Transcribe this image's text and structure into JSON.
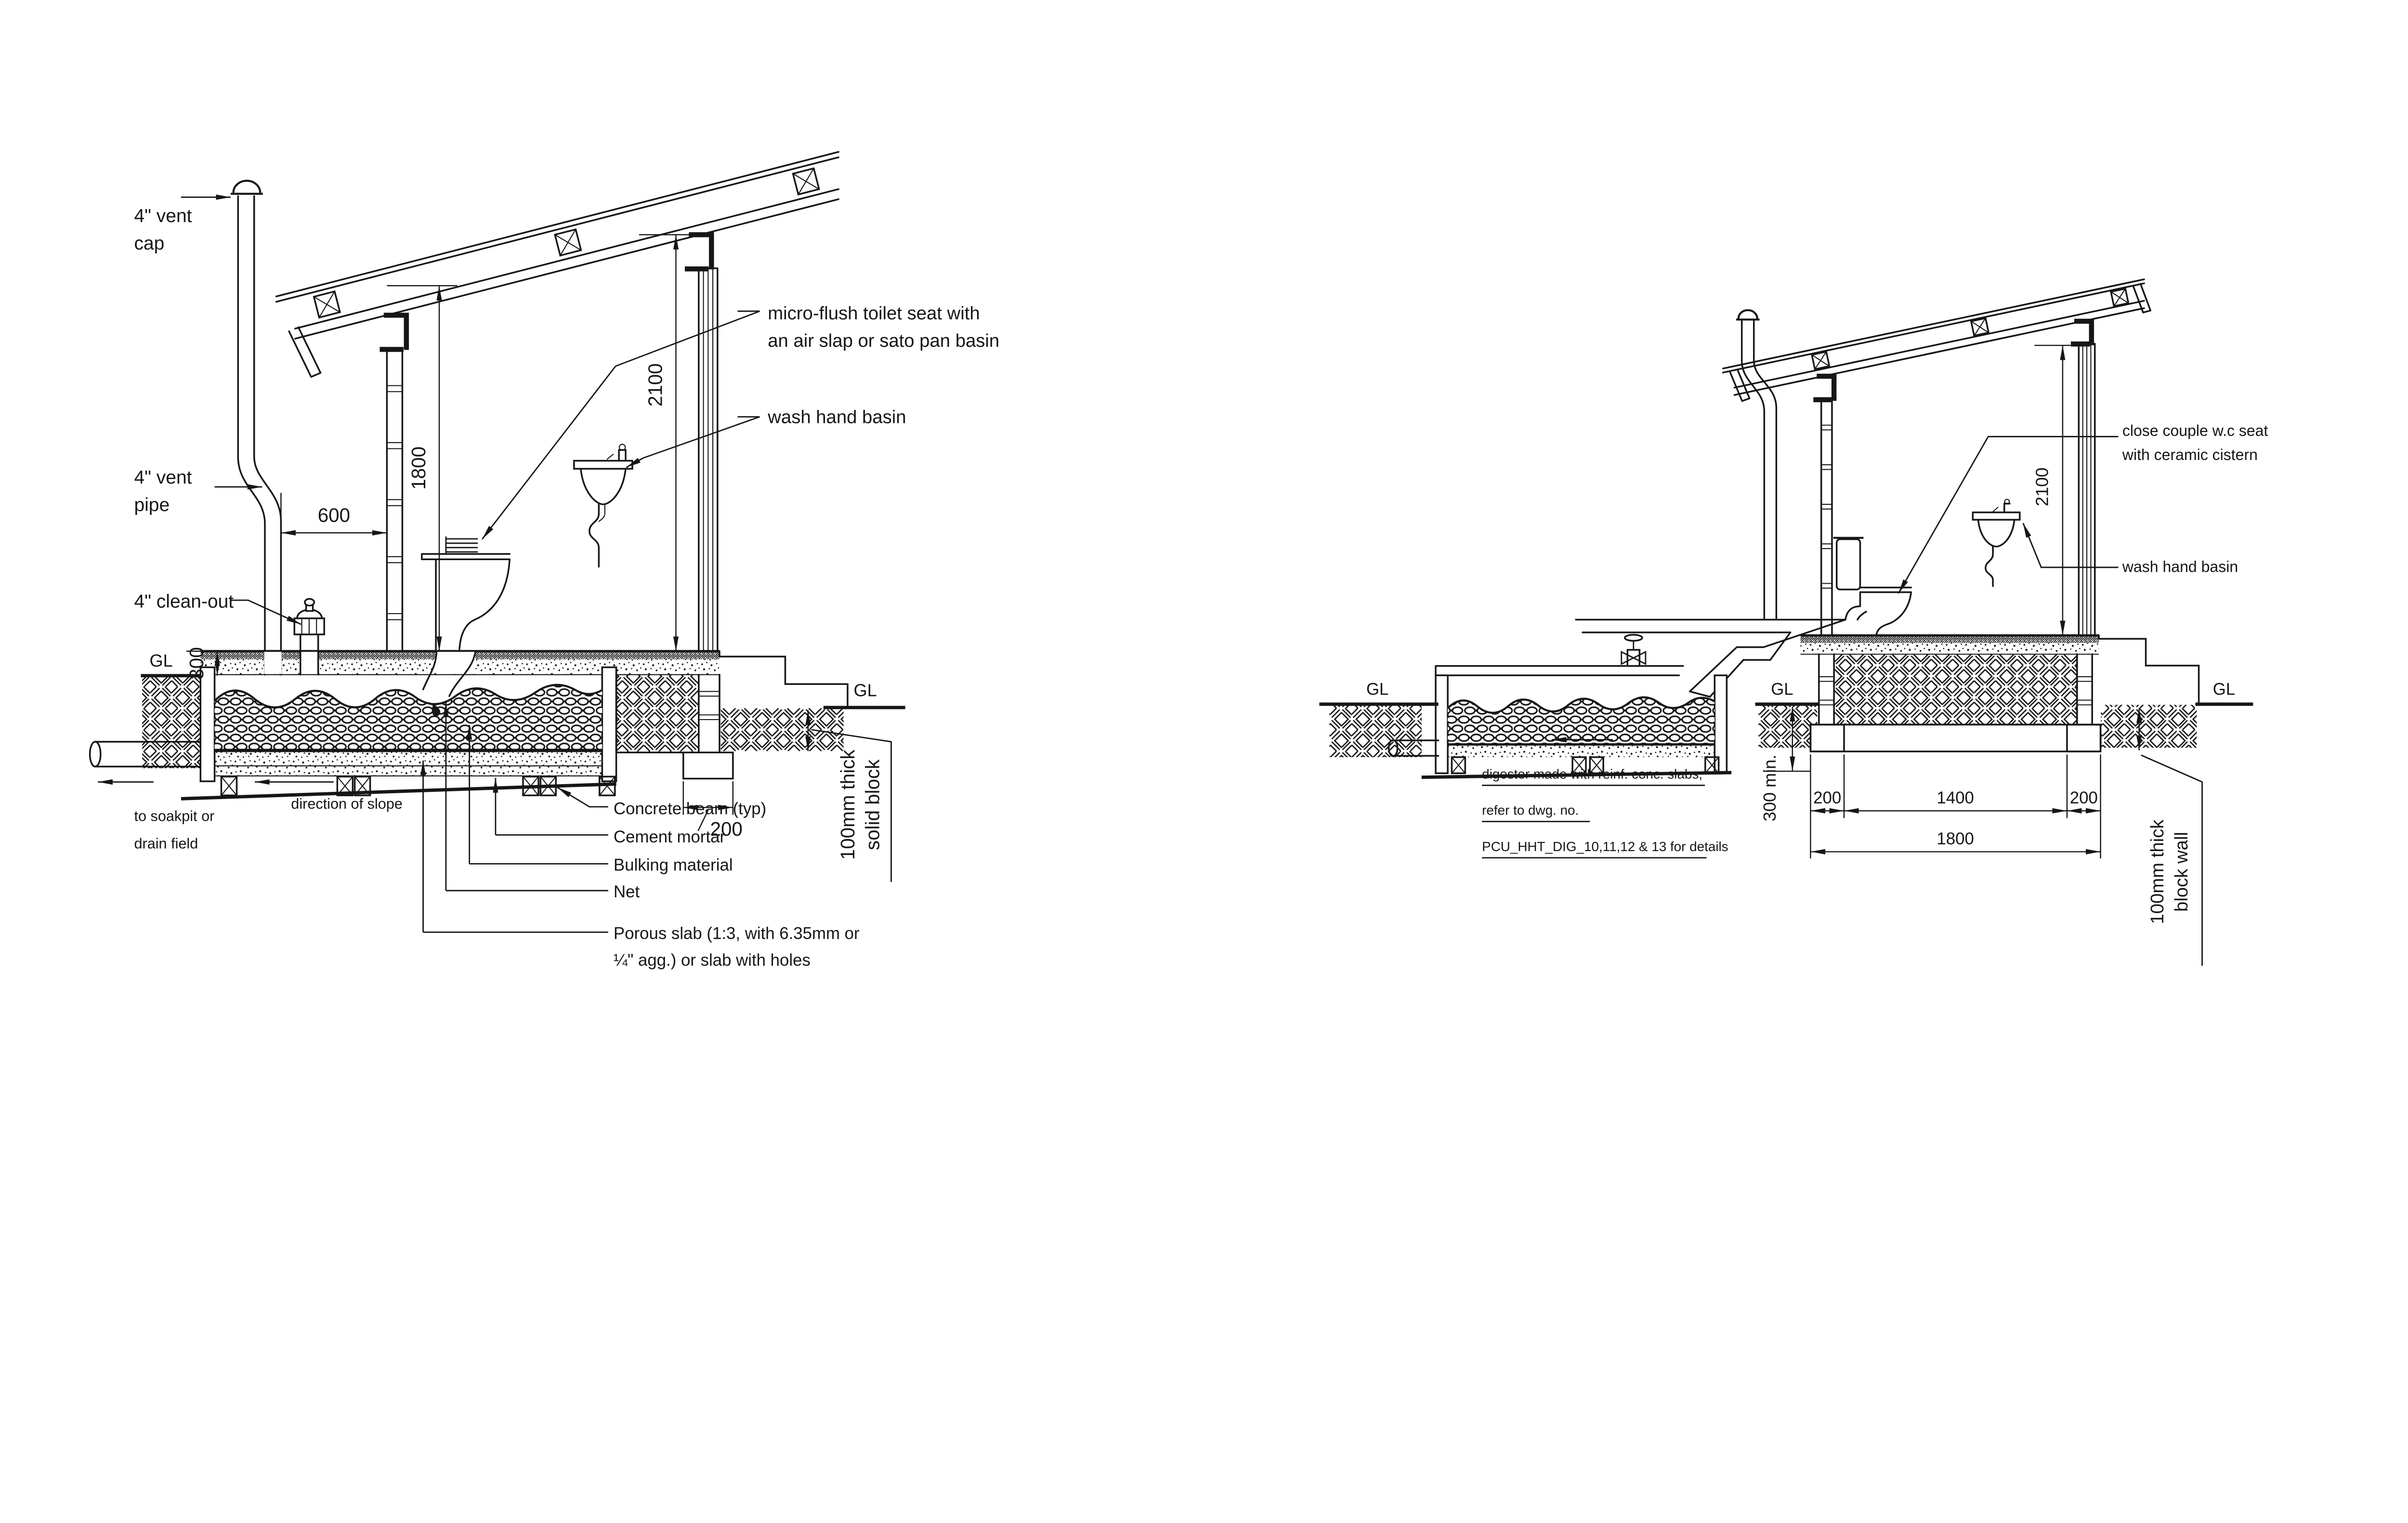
{
  "colors": {
    "line": "#161616",
    "background": "#ffffff"
  },
  "left_drawing": {
    "labels": {
      "vent_cap": [
        "4\" vent",
        "cap"
      ],
      "vent_pipe": [
        "4\" vent",
        "pipe"
      ],
      "clean_out": "4\" clean-out",
      "micro_flush": [
        "micro-flush toilet seat with",
        "an air slap or sato pan basin"
      ],
      "wash_basin": "wash hand basin",
      "to_soakpit": [
        "to soakpit or",
        "drain field"
      ],
      "direction_of_slope": "direction of slope",
      "materials": [
        "Concrete beam (typ)",
        "Cement mortar",
        "Bulking material",
        "Net",
        "Porous slab (1:3, with 6.35mm or",
        "¼\" agg.) or slab with holes"
      ],
      "solid_block": [
        "100mm thick",
        "solid block"
      ],
      "ground_level": "GL",
      "ground_level_right": "GL"
    },
    "dimensions": {
      "pipe_offset": "600",
      "wall_height": "1800",
      "room_height": "2100",
      "plinth_height": "300",
      "footing_width": "200"
    }
  },
  "right_drawing": {
    "labels": {
      "wc_seat": [
        "close couple w.c seat",
        "with ceramic cistern"
      ],
      "wash_basin": "wash hand basin",
      "digester_note": [
        "digester made with reinf. conc. slabs,",
        "refer to dwg. no.",
        "PCU_HHT_DIG_10,11,12 & 13 for details"
      ],
      "block_wall": [
        "100mm thick",
        "block wall"
      ],
      "ground_level_left": "GL",
      "ground_level_mid": "GL",
      "ground_level_right": "GL"
    },
    "dimensions": {
      "room_height": "2100",
      "clearance": "300 min.",
      "footing_left": "200",
      "footing_span": "1400",
      "footing_right": "200",
      "footing_total": "1800"
    }
  }
}
